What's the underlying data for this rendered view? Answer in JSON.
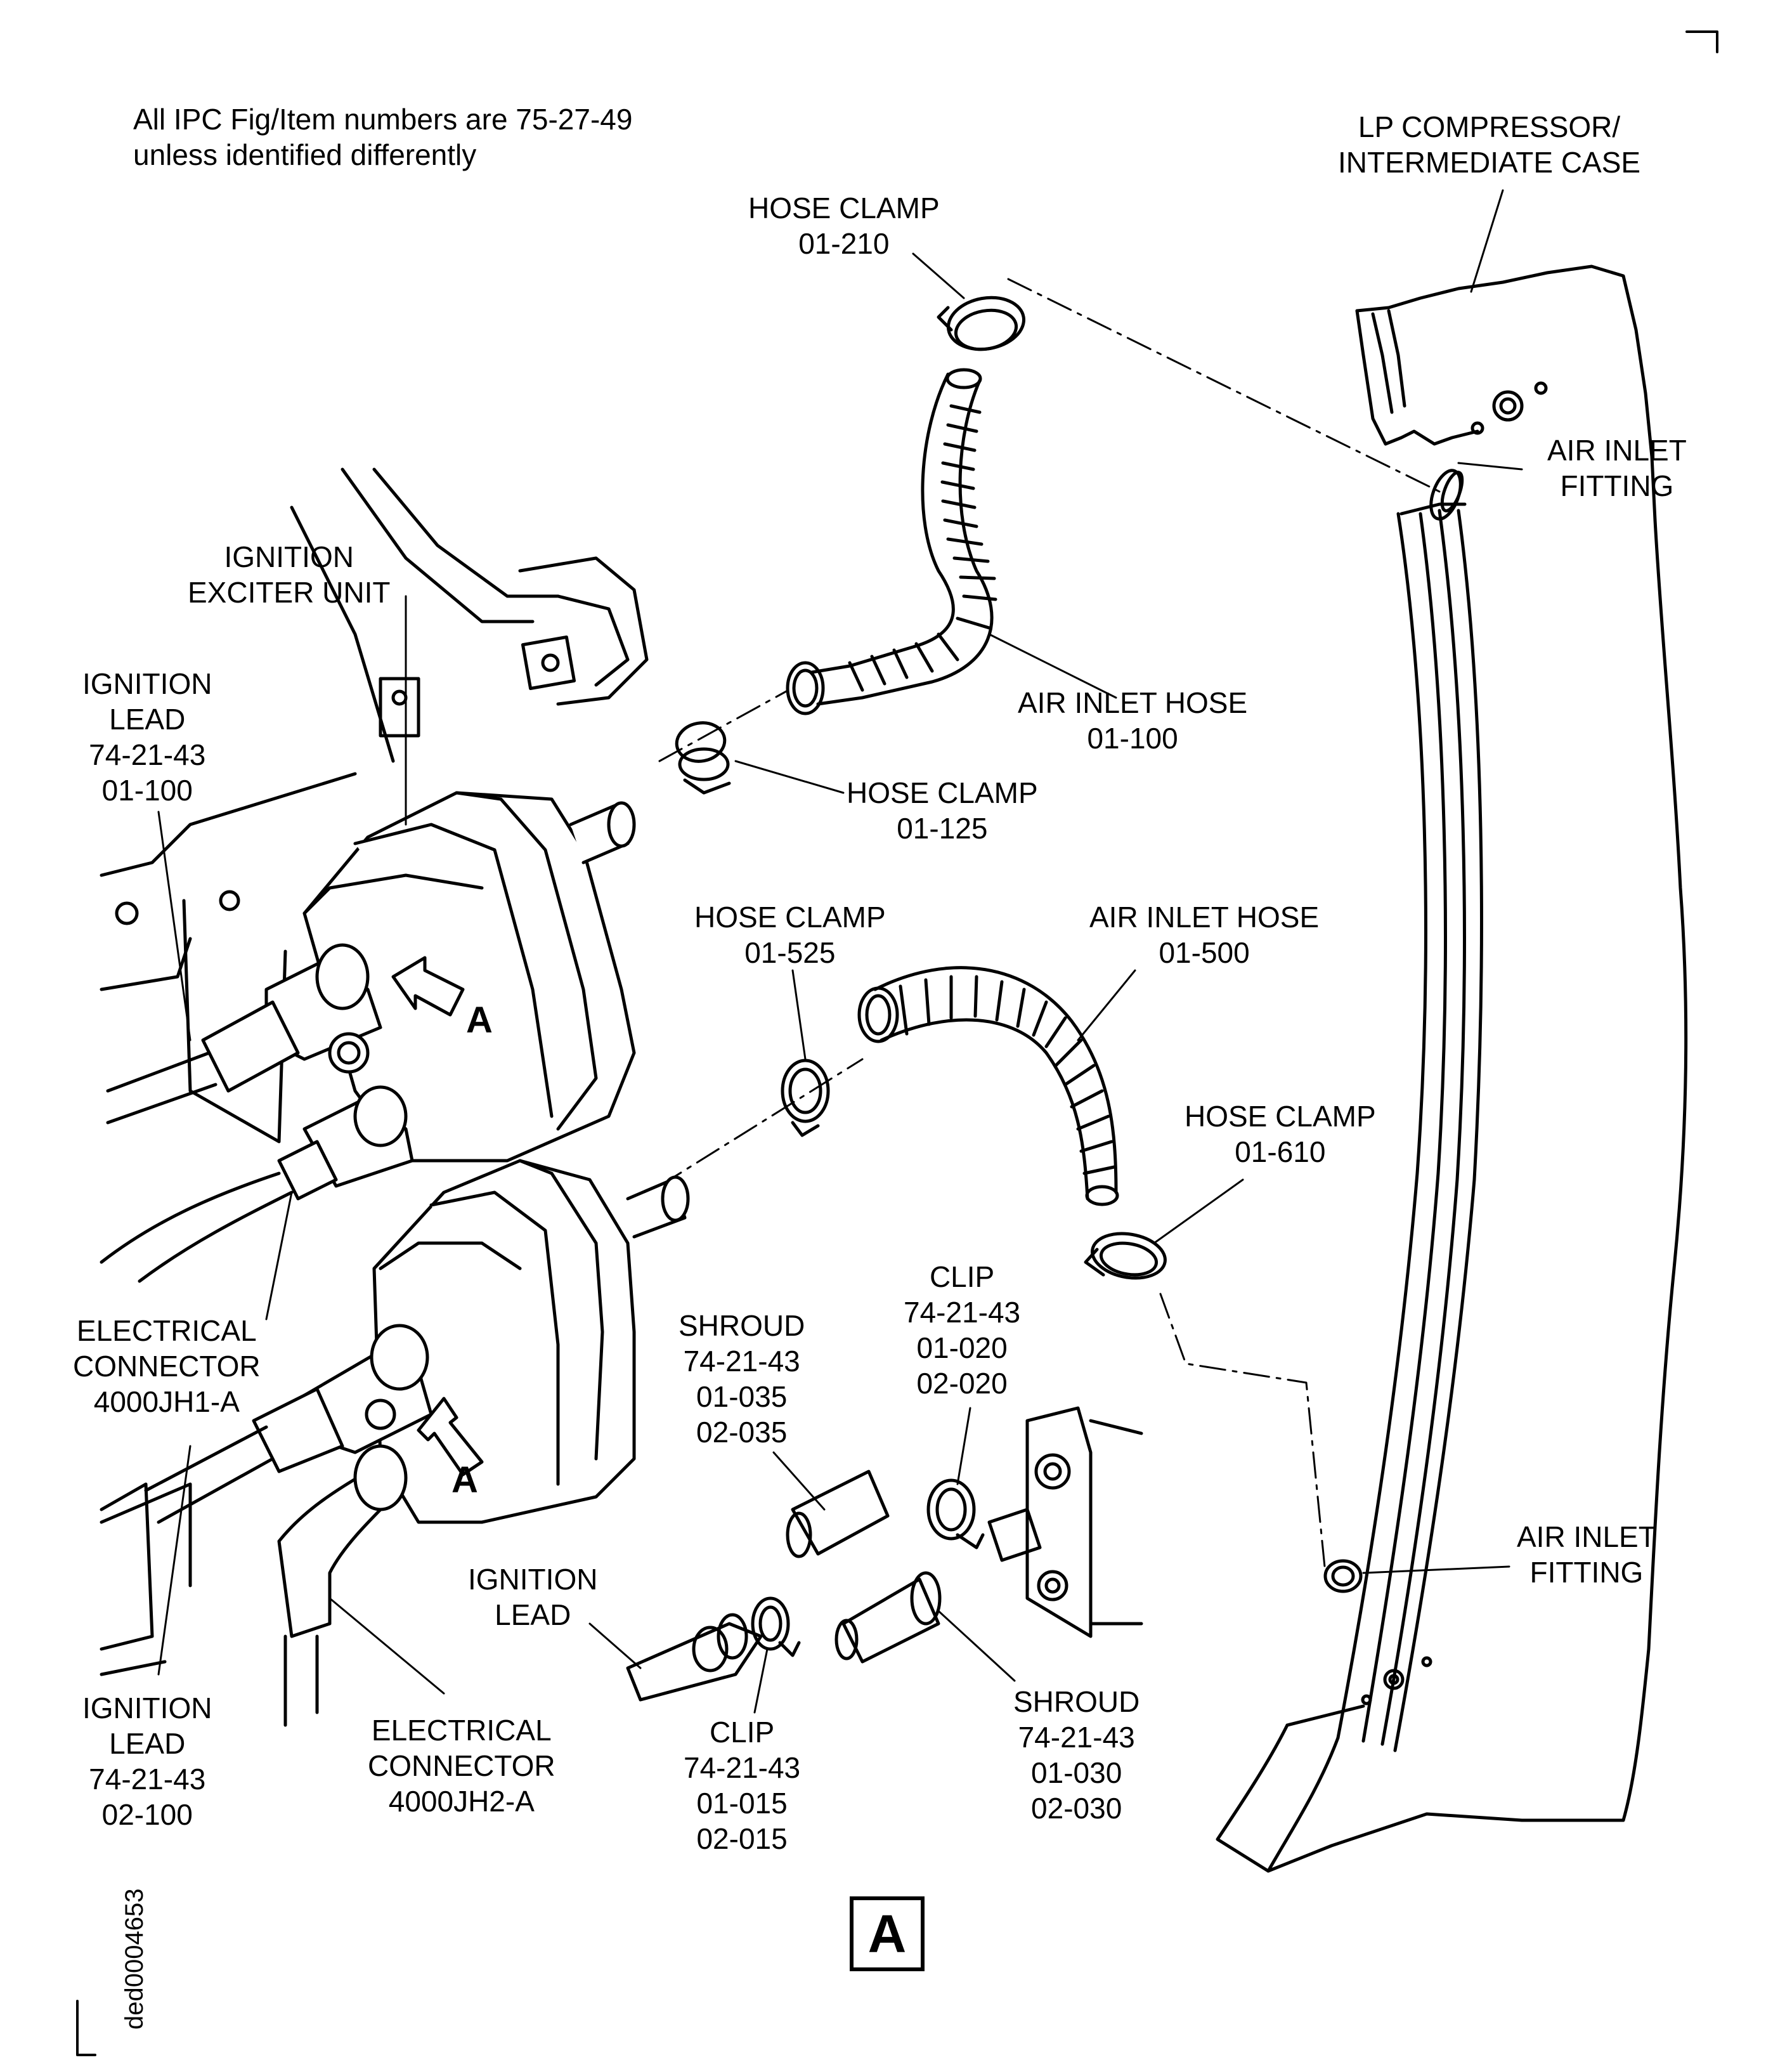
{
  "note": [
    "All IPC Fig/Item numbers are 75-27-49",
    "unless identified differently"
  ],
  "labels": {
    "lp_case": [
      "LP COMPRESSOR/",
      "INTERMEDIATE CASE"
    ],
    "hose_clamp_210": [
      "HOSE CLAMP",
      "01-210"
    ],
    "air_inlet_fitting_top": [
      "AIR INLET",
      "FITTING"
    ],
    "ignition_exciter": [
      "IGNITION",
      "EXCITER UNIT"
    ],
    "ignition_lead_top": [
      "IGNITION",
      "LEAD",
      "74-21-43",
      "01-100"
    ],
    "air_inlet_hose_100": [
      "AIR INLET HOSE",
      "01-100"
    ],
    "hose_clamp_125": [
      "HOSE CLAMP",
      "01-125"
    ],
    "hose_clamp_525": [
      "HOSE CLAMP",
      "01-525"
    ],
    "air_inlet_hose_500": [
      "AIR INLET HOSE",
      "01-500"
    ],
    "hose_clamp_610": [
      "HOSE CLAMP",
      "01-610"
    ],
    "clip_020": [
      "CLIP",
      "74-21-43",
      "01-020",
      "02-020"
    ],
    "shroud_035": [
      "SHROUD",
      "74-21-43",
      "01-035",
      "02-035"
    ],
    "electrical_connector_jh1": [
      "ELECTRICAL",
      "CONNECTOR",
      "4000JH1-A"
    ],
    "air_inlet_fitting_bottom": [
      "AIR INLET",
      "FITTING"
    ],
    "ignition_lead_mid": [
      "IGNITION",
      "LEAD"
    ],
    "ignition_lead_bottom": [
      "IGNITION",
      "LEAD",
      "74-21-43",
      "02-100"
    ],
    "electrical_connector_jh2": [
      "ELECTRICAL",
      "CONNECTOR",
      "4000JH2-A"
    ],
    "clip_015": [
      "CLIP",
      "74-21-43",
      "01-015",
      "02-015"
    ],
    "shroud_030": [
      "SHROUD",
      "74-21-43",
      "01-030",
      "02-030"
    ]
  },
  "view_arrows": [
    "A",
    "A"
  ],
  "view_label": "A",
  "doc_id": "ded0004653"
}
